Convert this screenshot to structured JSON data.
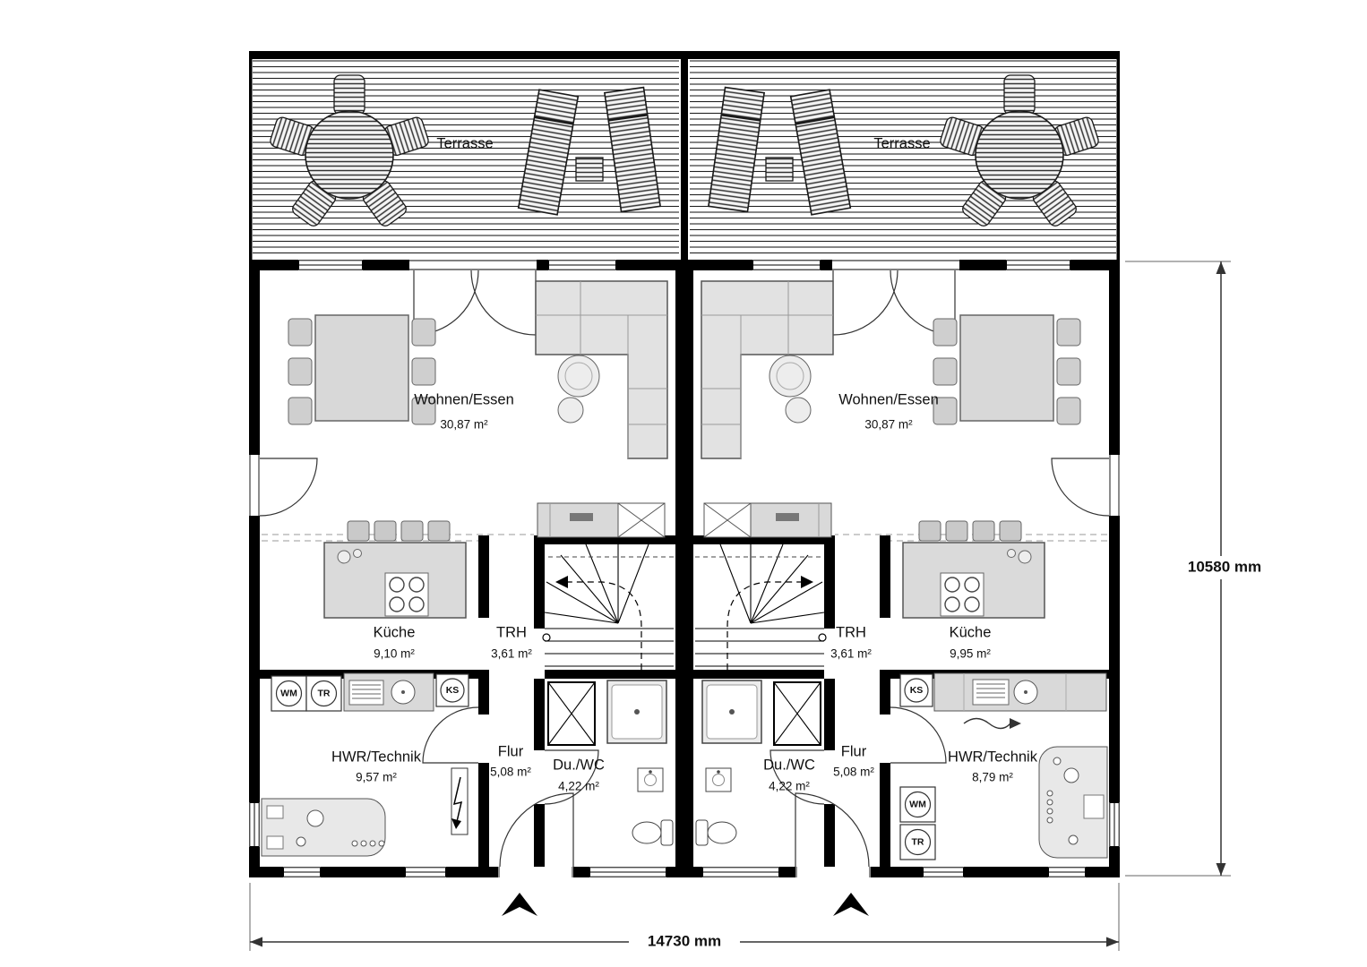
{
  "plan": {
    "type": "floor-plan",
    "dimensions": {
      "width_label": "14730 mm",
      "height_label": "10580 mm"
    },
    "units": [
      {
        "side": "left",
        "terrace_label": "Terrasse",
        "rooms": {
          "living": {
            "name": "Wohnen/Essen",
            "area": "30,87 m²"
          },
          "kitchen": {
            "name": "Küche",
            "area": "9,10 m²"
          },
          "staircase": {
            "name": "TRH",
            "area": "3,61 m²"
          },
          "hall": {
            "name": "Flur",
            "area": "5,08 m²"
          },
          "shower_wc": {
            "name": "Du./WC",
            "area": "4,22 m²"
          },
          "utility": {
            "name": "HWR/Technik",
            "area": "9,57 m²"
          }
        },
        "appliances": {
          "washer": "WM",
          "dryer": "TR",
          "fridge": "KS"
        }
      },
      {
        "side": "right",
        "terrace_label": "Terrasse",
        "rooms": {
          "living": {
            "name": "Wohnen/Essen",
            "area": "30,87 m²"
          },
          "kitchen": {
            "name": "Küche",
            "area": "9,95 m²"
          },
          "staircase": {
            "name": "TRH",
            "area": "3,61 m²"
          },
          "hall": {
            "name": "Flur",
            "area": "5,08 m²"
          },
          "shower_wc": {
            "name": "Du./WC",
            "area": "4,22 m²"
          },
          "utility": {
            "name": "HWR/Technik",
            "area": "8,79 m²"
          }
        },
        "appliances": {
          "washer": "WM",
          "dryer": "TR",
          "fridge": "KS"
        }
      }
    ],
    "colors": {
      "wall": "#000000",
      "line": "#333333",
      "furniture_fill": "#d9d9d9",
      "background": "#ffffff"
    }
  }
}
